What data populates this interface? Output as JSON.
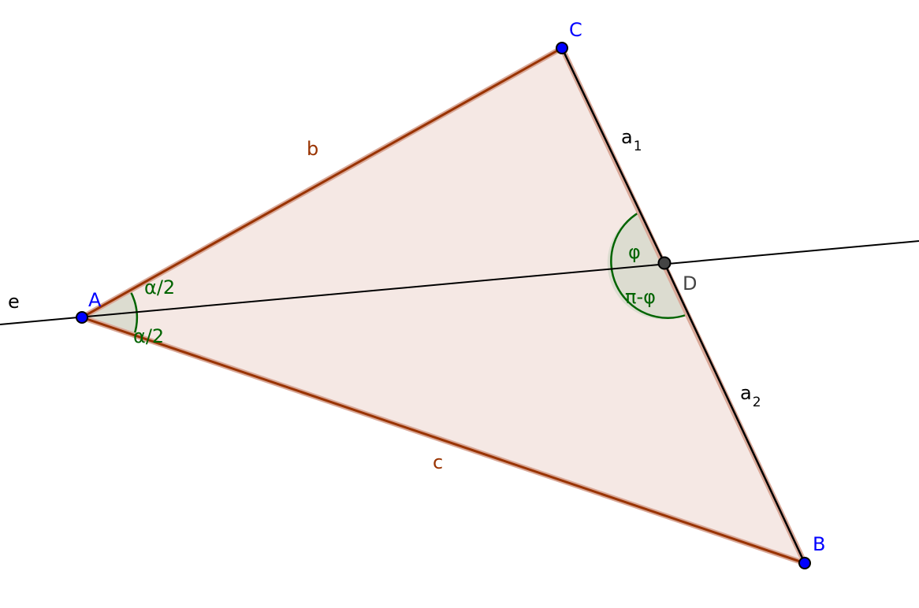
{
  "points": {
    "A": "A",
    "B": "B",
    "C": "C",
    "D": "D"
  },
  "segments": {
    "b": "b",
    "c": "c",
    "a1_main": "a",
    "a1_sub": "1",
    "a2_main": "a",
    "a2_sub": "2"
  },
  "line": {
    "e": "e"
  },
  "angles": {
    "alpha_half_top": "α/2",
    "alpha_half_bottom": "α/2",
    "phi": "φ",
    "pi_minus_phi": "π-φ"
  },
  "colors": {
    "triangle_fill": "#f5e8e4",
    "triangle_edge": "#993300",
    "point_free": "#0000ff",
    "point_dependent": "#444444",
    "angle": "#006400",
    "angle_fill": "#dcdcd0"
  }
}
